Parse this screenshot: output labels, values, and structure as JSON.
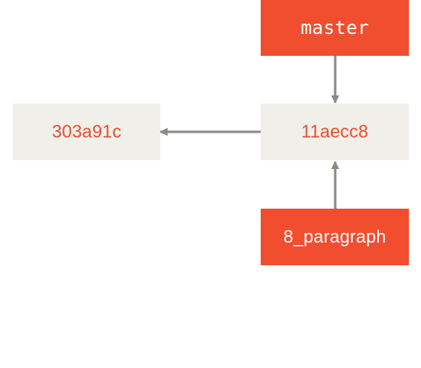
{
  "nodes": {
    "master_branch": {
      "label": "master"
    },
    "commit_left": {
      "label": "303a91c"
    },
    "commit_right": {
      "label": "11aecc8"
    },
    "paragraph_branch": {
      "label": "8_paragraph"
    }
  },
  "colors": {
    "branch_fill": "#f04e2f",
    "commit_fill": "#f0efe9",
    "commit_text": "#e84e2e",
    "arrow": "#8b8a83"
  }
}
